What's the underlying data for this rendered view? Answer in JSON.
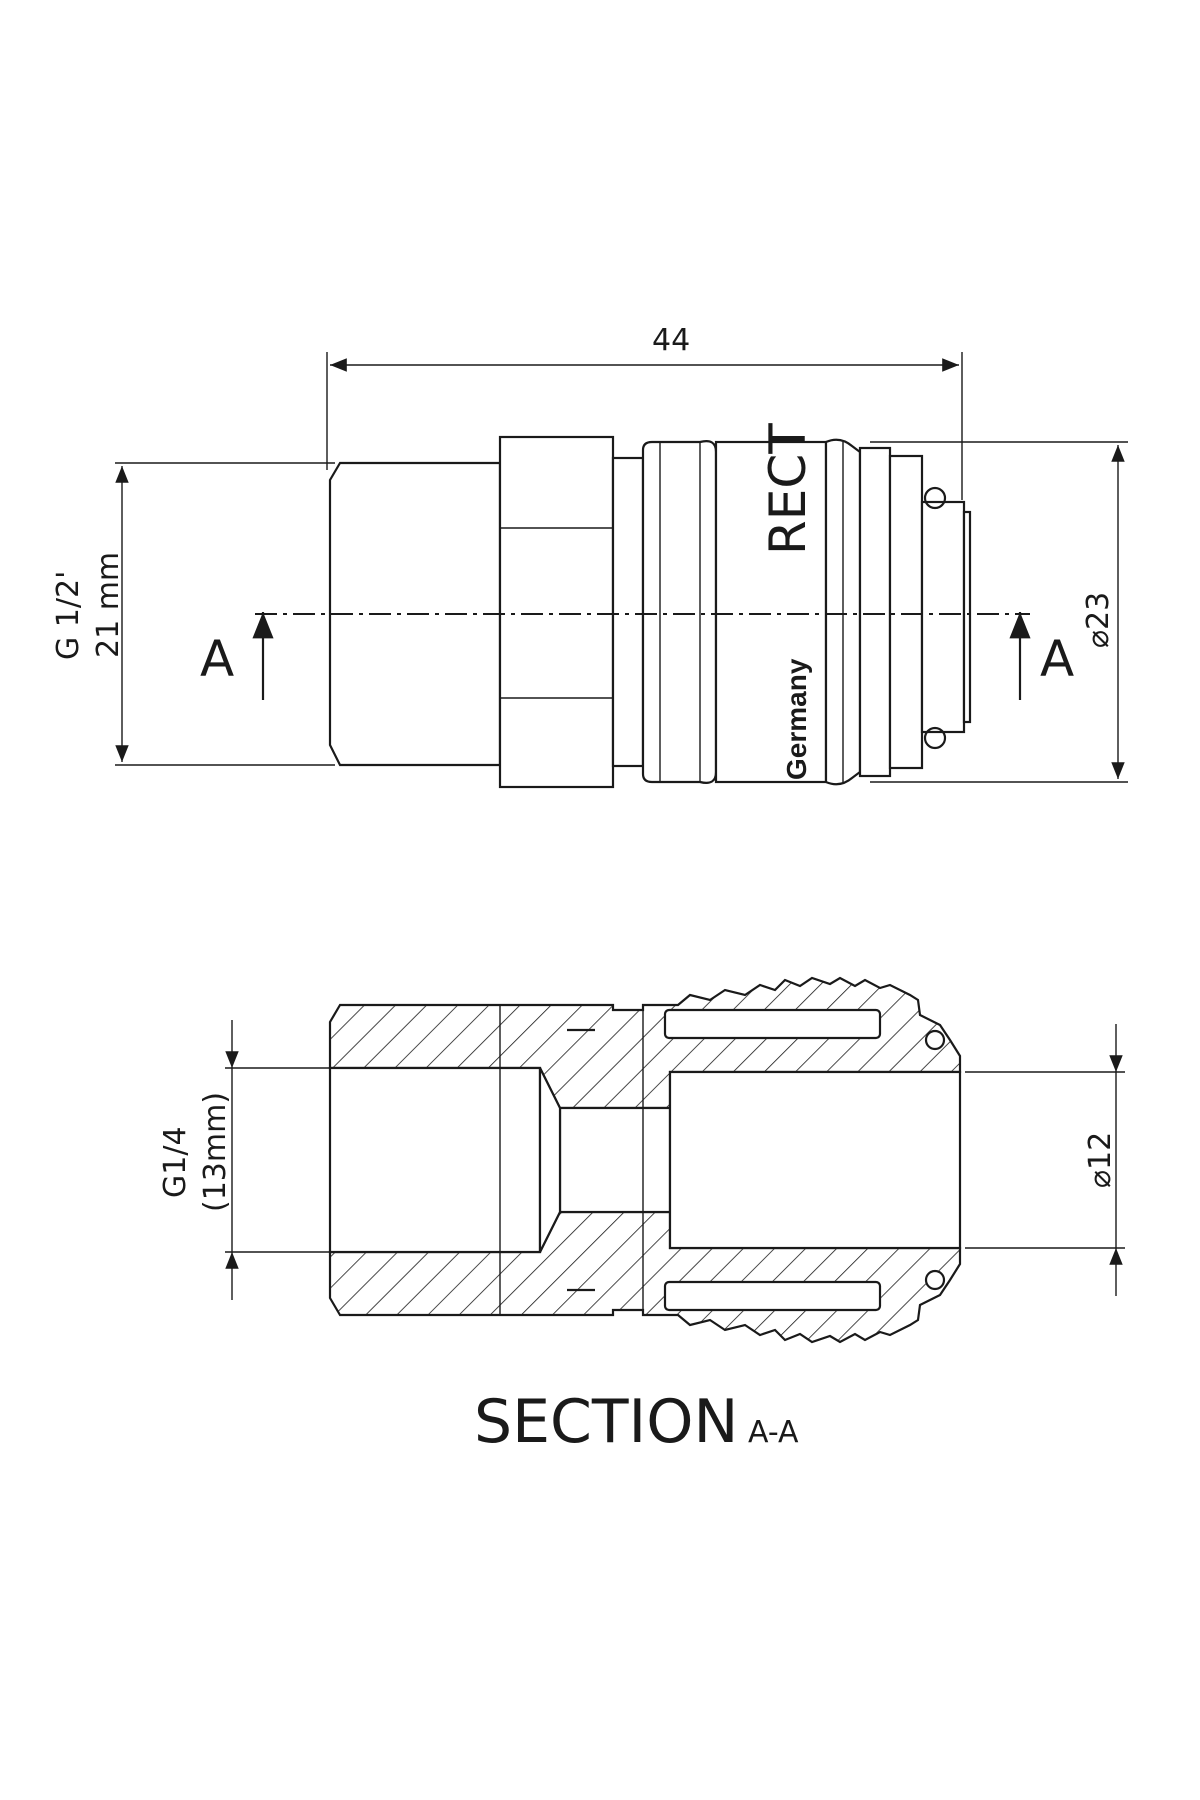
{
  "side_view": {
    "length_dim": "44",
    "thread_dim_line1": "G 1/2'",
    "thread_dim_line2": "21 mm",
    "diameter_dim": "⌀23",
    "engraving_brand": "RECT",
    "engraving_origin": "Germany",
    "section_marker_left": "A",
    "section_marker_right": "A"
  },
  "section_view": {
    "thread_dim_line1": "G1/4",
    "thread_dim_line2": "(13mm)",
    "bore_dim": "⌀12",
    "title": "SECTION",
    "title_suffix": "A-A"
  }
}
